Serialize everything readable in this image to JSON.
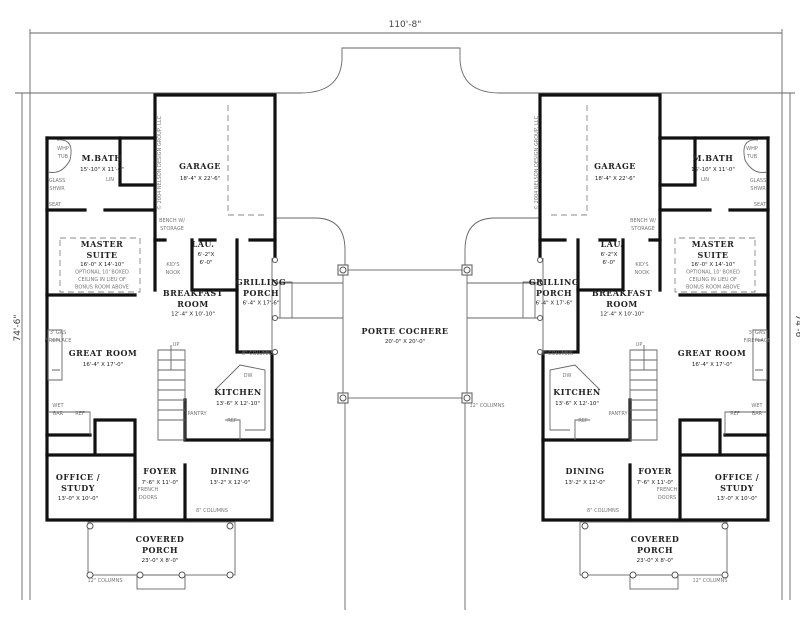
{
  "dimensions": {
    "width": "110'-8\"",
    "depth": "74'-6\""
  },
  "copyright": "© 2004 NELSON DESIGN GROUP, LLC",
  "center": {
    "title": "PORTE COCHERE",
    "dims": "20'-0\" X 20'-0\"",
    "columns_note": "12\" COLUMNS"
  },
  "units": [
    {
      "labels": [
        "WHP",
        "TUB",
        "M.BATH",
        "15'-10\" X 11'-0\"",
        "LIN",
        "GLASS",
        "SHWR",
        "SEAT",
        "GARAGE",
        "18'-4\" X 22'-6\"",
        "BENCH W/",
        "STORAGE",
        "LAU.",
        "6'-2\"X",
        "6'-0\"",
        "KID'S",
        "NOOK",
        "MASTER",
        "SUITE",
        "16'-0\" X 14'-10\"",
        "OPTIONAL 10' BOXED",
        "CEILING IN LIEU OF",
        "BONUS ROOM ABOVE",
        "BREAKFAST",
        "ROOM",
        "12'-4\" X 10'-10\"",
        "GRILLING",
        "PORCH",
        "6'-4\" X 17'-6\"",
        "8\" COLUMNS",
        "3' GAS",
        "FIREPLACE",
        "GREAT ROOM",
        "16'-4\" X 17'-0\"",
        "UP",
        "DW",
        "KITCHEN",
        "13'-6\" X 12'-10\"",
        "WET",
        "BAR",
        "REF",
        "PANTRY",
        "REF",
        "OFFICE /",
        "STUDY",
        "13'-0\" X 10'-0\"",
        "FOYER",
        "7'-6\" X 11'-0\"",
        "FRENCH",
        "DOORS",
        "DINING",
        "13'-2\" X 12'-0\"",
        "8\" COLUMNS",
        "COVERED",
        "PORCH",
        "23'-0\" X 8'-0\"",
        "12\" COLUMNS"
      ]
    },
    {
      "labels": [
        "WHP",
        "TUB",
        "M.BATH",
        "15'-10\" X 11'-0\"",
        "LIN",
        "GLASS",
        "SHWR",
        "SEAT",
        "GARAGE",
        "18'-4\" X 22'-6\"",
        "BENCH W/",
        "STORAGE",
        "LAU.",
        "6'-2\"X",
        "6'-0\"",
        "KID'S",
        "NOOK",
        "MASTER",
        "SUITE",
        "16'-0\" X 14'-10\"",
        "OPTIONAL 10' BOXED",
        "CEILING IN LIEU OF",
        "BONUS ROOM ABOVE",
        "BREAKFAST",
        "ROOM",
        "12'-4\" X 10'-10\"",
        "GRILLING",
        "PORCH",
        "6'-4\" X 17'-6\"",
        "8\" COLUMNS",
        "3' GAS",
        "FIREPLACE",
        "GREAT ROOM",
        "16'-4\" X 17'-0\"",
        "UP",
        "DW",
        "KITCHEN",
        "13'-6\" X 12'-10\"",
        "WET",
        "BAR",
        "REF",
        "PANTRY",
        "REF",
        "OFFICE /",
        "STUDY",
        "13'-0\" X 10'-0\"",
        "FOYER",
        "7'-6\" X 11'-0\"",
        "FRENCH",
        "DOORS",
        "DINING",
        "13'-2\" X 12'-0\"",
        "8\" COLUMNS",
        "COVERED",
        "PORCH",
        "23'-0\" X 8'-0\"",
        "12\" COLUMNS"
      ]
    }
  ]
}
